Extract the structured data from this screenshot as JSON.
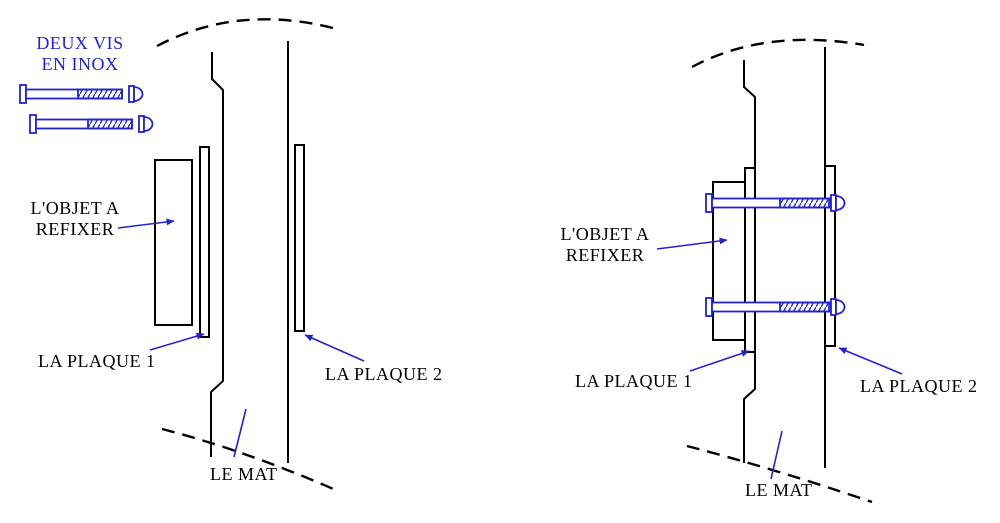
{
  "colors": {
    "ink": "#000000",
    "accent": "#2323cc",
    "background": "#ffffff"
  },
  "left_panel": {
    "screws_note": {
      "line1": "DEUX VIS",
      "line2": "EN INOX"
    },
    "object_label": {
      "line1": "L'OBJET A",
      "line2": "REFIXER"
    },
    "plate1_label": "LA PLAQUE 1",
    "plate2_label": "LA PLAQUE 2",
    "mast_label": "LE MAT"
  },
  "right_panel": {
    "object_label": {
      "line1": "L'OBJET A",
      "line2": "REFIXER"
    },
    "plate1_label": "LA PLAQUE 1",
    "plate2_label": "LA PLAQUE 2",
    "mast_label": "LE MAT"
  }
}
